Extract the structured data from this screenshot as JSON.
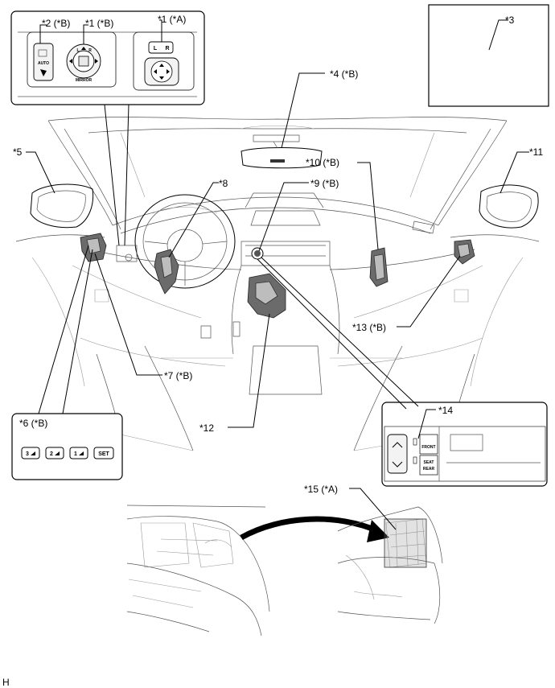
{
  "labels": {
    "c2b": "*2 (*B)",
    "c1b": "*1 (*B)",
    "c1a": "*1 (*A)",
    "c3": "*3",
    "c4b": "*4 (*B)",
    "c5": "*5",
    "c11": "*11",
    "c8": "*8",
    "c9b": "*9 (*B)",
    "c10b": "*10 (*B)",
    "c13b": "*13 (*B)",
    "c7b": "*7 (*B)",
    "c6b": "*6 (*B)",
    "c12": "*12",
    "c14": "*14",
    "c15a": "*15 (*A)",
    "h": "H"
  },
  "switch_text": {
    "auto": "AUTO",
    "mirror": "MIRROR",
    "l": "L",
    "r": "R",
    "l_small": "L",
    "r_small": "R"
  },
  "memory_buttons": [
    "3",
    "2",
    "1",
    "SET"
  ],
  "seat_panel_text": {
    "front": "FRONT",
    "rear": "REAR",
    "seat": "SEAT"
  }
}
